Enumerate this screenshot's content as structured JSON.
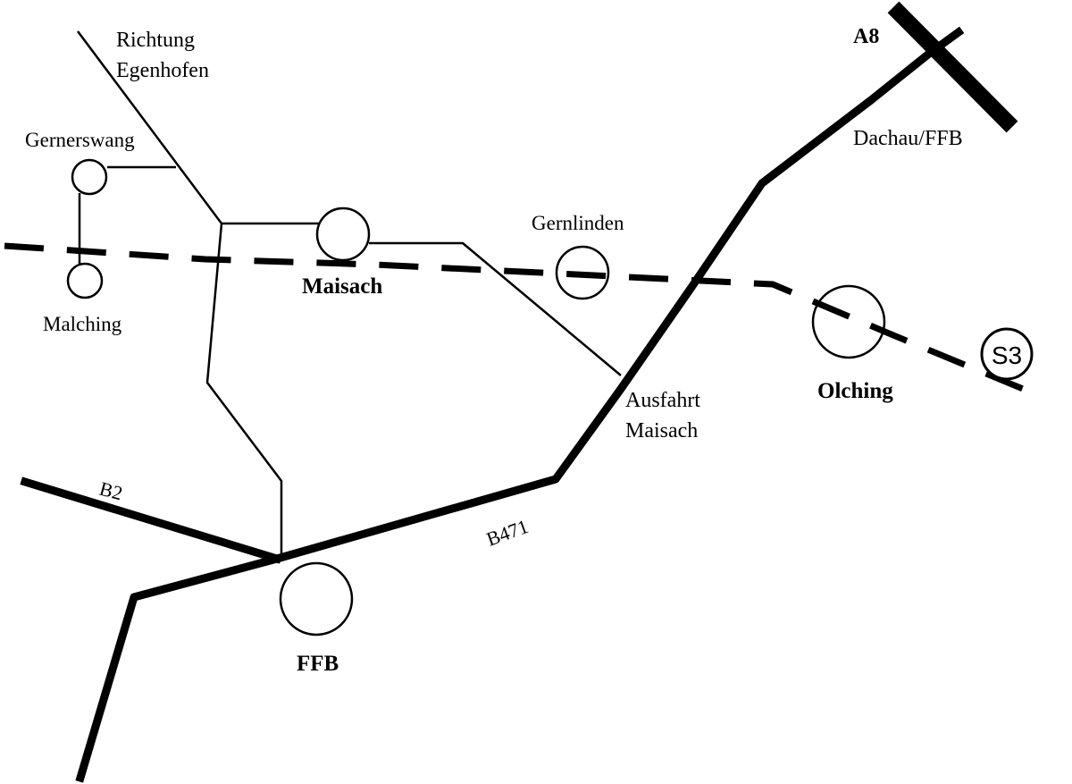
{
  "map": {
    "labels": {
      "richtung_line1": "Richtung",
      "richtung_line2": "Egenhofen",
      "gernerswang": "Gernerswang",
      "malching": "Malching",
      "maisach": "Maisach",
      "gernlinden": "Gernlinden",
      "olching": "Olching",
      "ausfahrt_line1": "Ausfahrt",
      "ausfahrt_line2": "Maisach",
      "a8": "A8",
      "dachau_ffb": "Dachau/FFB",
      "b2": "B2",
      "b471": "B471",
      "ffb": "FFB",
      "s3": "S3"
    },
    "colors": {
      "ink": "#000000",
      "background": "#ffffff"
    }
  }
}
